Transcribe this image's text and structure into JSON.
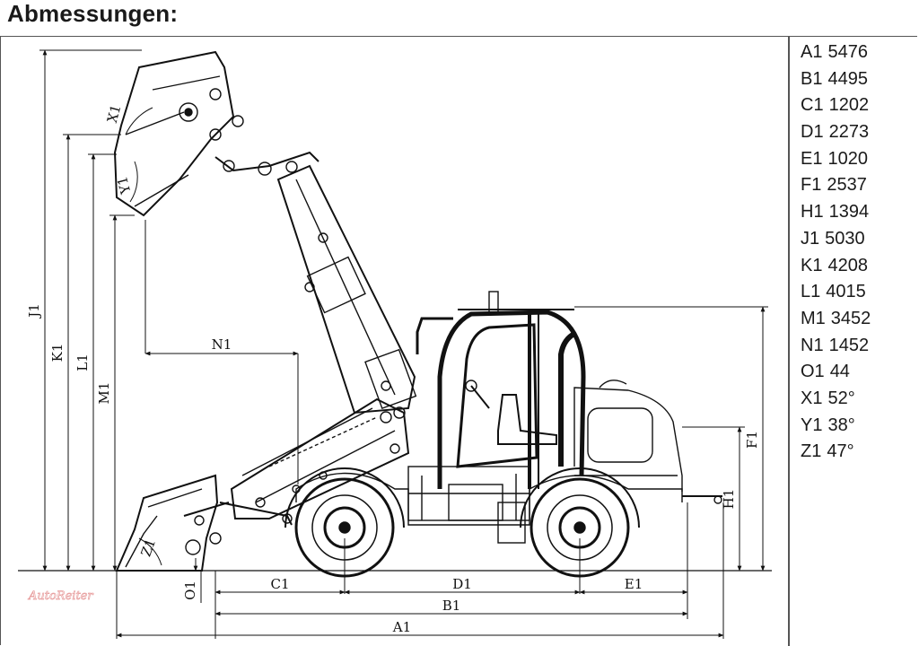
{
  "heading": "Abmessungen:",
  "dimensions": [
    {
      "code": "A1",
      "value": "5476"
    },
    {
      "code": "B1",
      "value": "4495"
    },
    {
      "code": "C1",
      "value": "1202"
    },
    {
      "code": "D1",
      "value": "2273"
    },
    {
      "code": "E1",
      "value": "1020"
    },
    {
      "code": "F1",
      "value": "2537"
    },
    {
      "code": "H1",
      "value": "1394"
    },
    {
      "code": "J1",
      "value": "5030"
    },
    {
      "code": "K1",
      "value": "4208"
    },
    {
      "code": "L1",
      "value": "4015"
    },
    {
      "code": "M1",
      "value": "3452"
    },
    {
      "code": "N1",
      "value": "1452"
    },
    {
      "code": "O1",
      "value": "44"
    },
    {
      "code": "X1",
      "value": "52°"
    },
    {
      "code": "Y1",
      "value": "38°"
    },
    {
      "code": "Z1",
      "value": "47°"
    }
  ],
  "drawing_labels": {
    "a1": "A1",
    "b1": "B1",
    "c1": "C1",
    "d1": "D1",
    "e1": "E1",
    "f1": "F1",
    "h1": "H1",
    "j1": "J1",
    "k1": "K1",
    "l1": "L1",
    "m1": "M1",
    "n1": "N1",
    "o1": "O1",
    "x1": "X1",
    "y1": "Y1",
    "z1": "Z1"
  },
  "watermark": "AutoReiter",
  "colors": {
    "line": "#111111",
    "frame": "#555555",
    "watermark": "#e8a0a0"
  }
}
